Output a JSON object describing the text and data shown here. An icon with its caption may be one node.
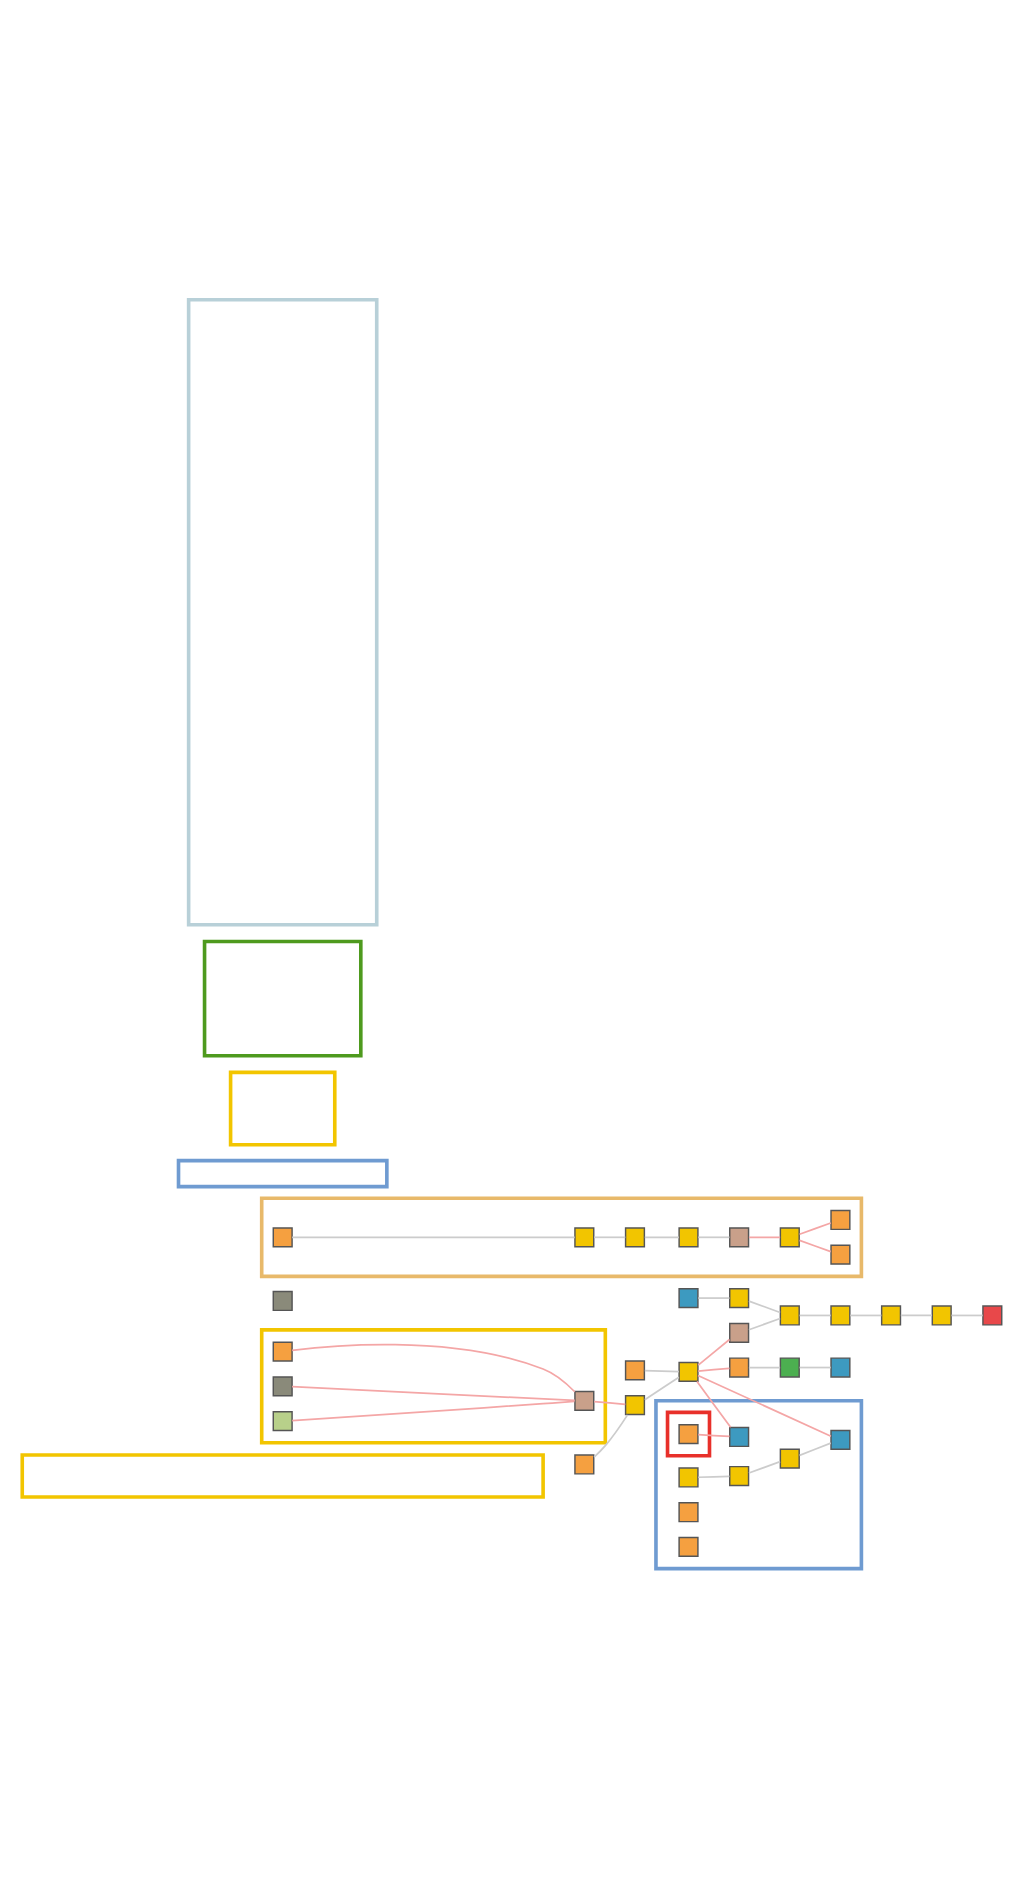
{
  "diagram": {
    "nodes": [
      {
        "text": [],
        "shape": "box"
      },
      {
        "text": [],
        "shape": "box"
      },
      {
        "text": [],
        "shape": "box",
        "in": 1
      },
      {
        "text": [],
        "shape": "box",
        "in": 1
      },
      {
        "text": [],
        "shape": "box",
        "in": 1
      },
      {
        "text": [],
        "shape": "box",
        "in": 1
      },
      {
        "text": [],
        "shape": "box"
      },
      {
        "text": [],
        "shape": "box"
      },
      {
        "text": [],
        "shape": "box"
      },
      {
        "text": [],
        "shape": "box"
      },
      {
        "text": [],
        "shape": "box"
      },
      {
        "text": [],
        "shape": "box"
      },
      {
        "text": [],
        "shape": "box"
      },
      {
        "text": [],
        "shape": "box"
      },
      {
        "text": [],
        "shape": "box"
      },
      {
        "text": [],
        "shape": "box"
      },
      {
        "text": [],
        "shape": "box"
      },
      {
        "text": [],
        "shape": "box"
      },
      {
        "text": [],
        "shape": "box"
      },
      {
        "text": [],
        "shape": "box"
      },
      {
        "text": [],
        "shape": "box"
      },
      {
        "text": [],
        "shape": "box"
      },
      {
        "text": [],
        "shape": "box"
      },
      {
        "text": [],
        "shape": "box",
        "in": 22
      },
      {
        "text": [],
        "shape": "box",
        "in": 22
      },
      {
        "text": [],
        "shape": "box",
        "in": 22
      },
      {
        "text": [],
        "shape": "box",
        "in": 22
      },
      {
        "text": [],
        "shape": "box",
        "in": 22
      },
      {
        "text": [],
        "shape": "box",
        "in": 22
      },
      {
        "text": [],
        "shape": "box",
        "in": 22
      },
      {
        "text": [],
        "shape": "box",
        "in": 22
      },
      {
        "text": [],
        "shape": "box"
      },
      {
        "text": [],
        "shape": "box"
      },
      {
        "text": [],
        "shape": "box",
        "in": 32
      },
      {
        "text": [],
        "shape": "box",
        "in": 32
      },
      {
        "text": [],
        "shape": "box",
        "in": 32
      },
      {
        "text": [],
        "shape": "box",
        "in": 32
      },
      {
        "text": [],
        "shape": "box",
        "in": 32
      },
      {
        "text": [],
        "shape": "box",
        "in": 32
      },
      {
        "text": [],
        "shape": "box",
        "in": 32
      },
      {
        "text": [],
        "shape": "box",
        "in": 32
      },
      {
        "text": [],
        "shape": "box",
        "in": 40
      },
      {
        "text": [],
        "shape": "box"
      },
      {
        "text": [],
        "shape": "box"
      },
      {
        "text": [],
        "shape": "box"
      }
    ],
    "edges": [
      {
        "from": 2,
        "to": 5,
        "arrow": "none",
        "color": "#f4a6a6"
      },
      {
        "from": 3,
        "to": 5,
        "arrow": "none",
        "color": "#f4a6a6"
      },
      {
        "from": 4,
        "to": 5,
        "arrow": "none",
        "color": "#f4a6a6"
      },
      {
        "from": 5,
        "to": 9,
        "arrow": "none",
        "color": "#f4a6a6"
      },
      {
        "from": 6,
        "to": 9,
        "arrow": "none"
      },
      {
        "from": 7,
        "to": 10,
        "arrow": "none"
      },
      {
        "from": 9,
        "to": 10,
        "arrow": "none"
      },
      {
        "from": 10,
        "to": 11,
        "arrow": "none",
        "color": "#f4a6a6"
      },
      {
        "from": 10,
        "to": 12,
        "arrow": "none",
        "color": "#f4a6a6"
      },
      {
        "from": 12,
        "to": 13,
        "arrow": "none"
      },
      {
        "from": 13,
        "to": 14,
        "arrow": "none"
      },
      {
        "from": 11,
        "to": 17,
        "arrow": "none"
      },
      {
        "from": 15,
        "to": 16,
        "arrow": "none"
      },
      {
        "from": 16,
        "to": 17,
        "arrow": "none"
      },
      {
        "from": 17,
        "to": 18,
        "arrow": "none"
      },
      {
        "from": 18,
        "to": 19,
        "arrow": "none"
      },
      {
        "from": 19,
        "to": 20,
        "arrow": "none"
      },
      {
        "from": 20,
        "to": 21,
        "arrow": "none"
      },
      {
        "from": 23,
        "to": 24,
        "arrow": "none"
      },
      {
        "from": 24,
        "to": 25,
        "arrow": "none"
      },
      {
        "from": 25,
        "to": 26,
        "arrow": "none"
      },
      {
        "from": 26,
        "to": 27,
        "arrow": "none"
      },
      {
        "from": 27,
        "to": 28,
        "arrow": "none",
        "color": "#f4a6a6"
      },
      {
        "from": 28,
        "to": 29,
        "arrow": "none",
        "color": "#f4a6a6"
      },
      {
        "from": 28,
        "to": 30,
        "arrow": "none",
        "color": "#f4a6a6"
      },
      {
        "from": 33,
        "to": 34,
        "arrow": "none"
      },
      {
        "from": 34,
        "to": 35,
        "arrow": "none"
      },
      {
        "from": 35,
        "to": 36,
        "arrow": "none"
      },
      {
        "from": 10,
        "to": 36,
        "arrow": "none",
        "color": "#f4a6a6"
      },
      {
        "from": 10,
        "to": 37,
        "arrow": "none",
        "color": "#f4a6a6"
      },
      {
        "from": 41,
        "to": 37,
        "arrow": "none",
        "color": "#f4a6a6"
      }
    ]
  }
}
